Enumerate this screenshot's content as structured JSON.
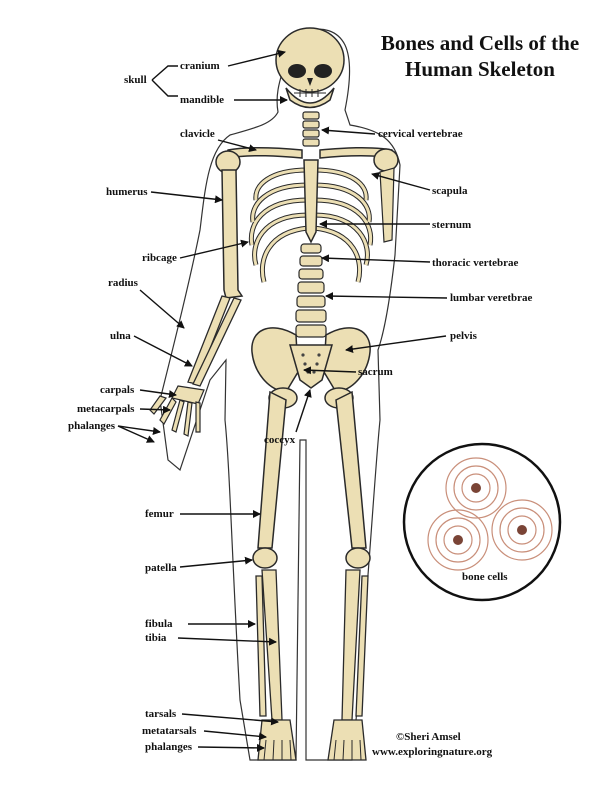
{
  "title": {
    "line1": "Bones and Cells of the",
    "line2": "Human Skeleton"
  },
  "labels": {
    "skull": "skull",
    "cranium": "cranium",
    "mandible": "mandible",
    "clavicle": "clavicle",
    "cervical": "cervical vertebrae",
    "humerus": "humerus",
    "scapula": "scapula",
    "sternum": "sternum",
    "ribcage": "ribcage",
    "thoracic": "thoracic vertebrae",
    "radius": "radius",
    "lumbar": "lumbar veretbrae",
    "ulna": "ulna",
    "pelvis": "pelvis",
    "sacrum": "sacrum",
    "carpals": "carpals",
    "metacarpals": "metacarpals",
    "phalanges_hand": "phalanges",
    "coccyx": "coccyx",
    "femur": "femur",
    "patella": "patella",
    "fibula": "fibula",
    "tibia": "tibia",
    "tarsals": "tarsals",
    "metatarsals": "metatarsals",
    "phalanges_foot": "phalanges"
  },
  "cells_label": "bone cells",
  "credit": {
    "line1": "©Sheri Amsel",
    "line2": "www.exploringnature.org"
  },
  "colors": {
    "bone": "#ecdfb4",
    "bone_shadow": "#c9b57a",
    "outline": "#2a2a2a",
    "cell": "#c98f7a"
  }
}
